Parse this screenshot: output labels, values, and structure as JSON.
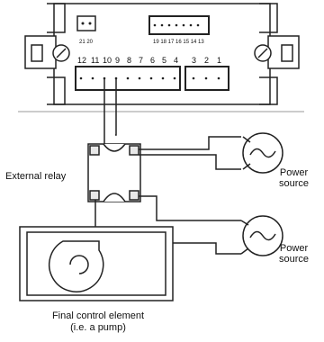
{
  "controller": {
    "connector_top_left_numbers": "21 20",
    "connector_top_right_numbers": "19 18 17 16 15 14 13",
    "terminal_numbers_left": [
      "12",
      "11",
      "10",
      "9",
      "8",
      "7",
      "6",
      "5",
      "4"
    ],
    "terminal_numbers_right": [
      "3",
      "2",
      "1"
    ]
  },
  "labels": {
    "external_relay": "External relay",
    "power_source_1": "Power\nsource",
    "power_source_2": "Power\nsource",
    "final_control_element_line1": "Final control element",
    "final_control_element_line2": "(i.e. a pump)"
  },
  "colors": {
    "line": "#222222",
    "relay_fill": "#e8e8e8"
  }
}
